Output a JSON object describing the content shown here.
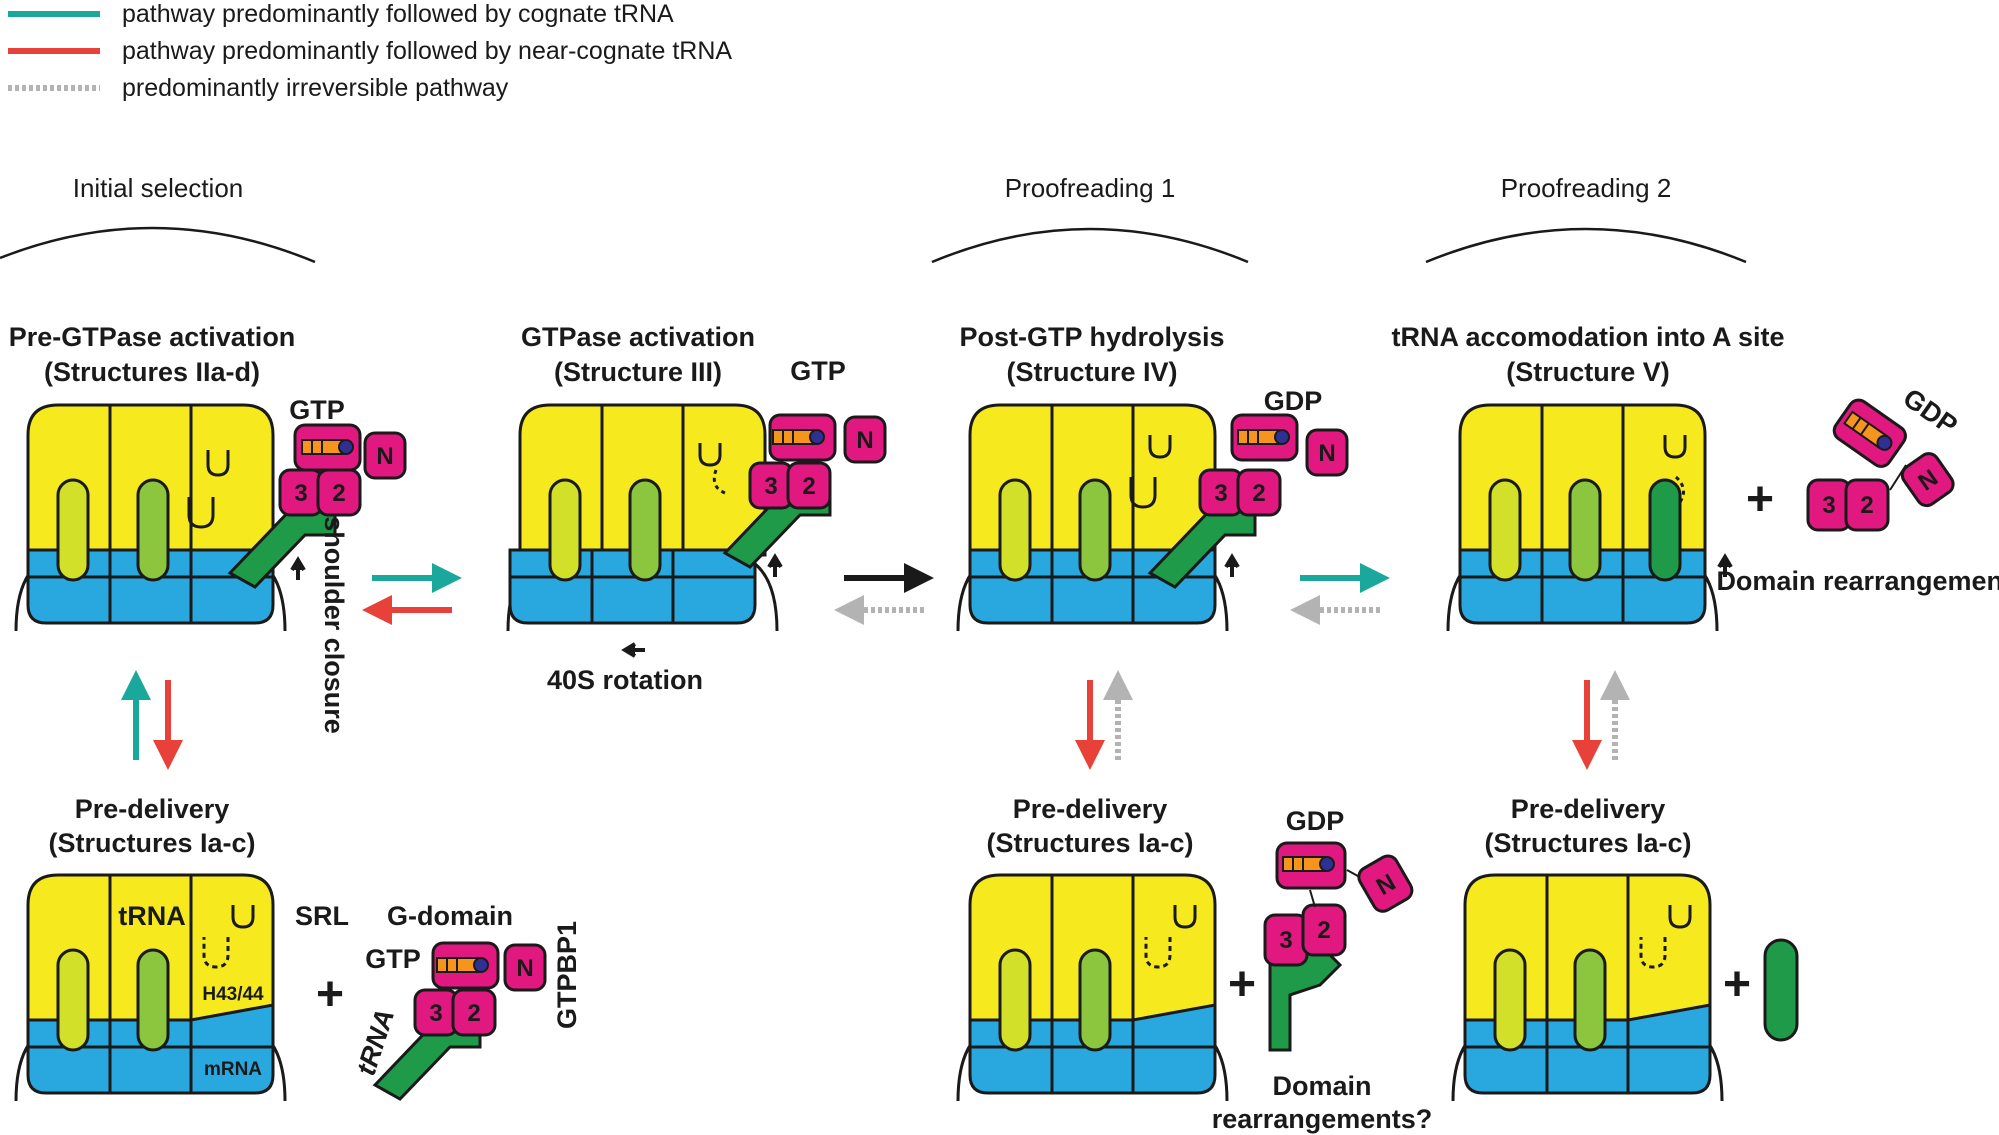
{
  "colors": {
    "cognate": "#1aa89c",
    "near_cognate": "#e8413a",
    "irreversible": "#b3b3b3",
    "black_arrow": "#1a1a1a",
    "large_subunit": "#f6ea1f",
    "small_subunit": "#29a8df",
    "protein": "#e0187f",
    "trna_dark": "#1f9a48",
    "trna_light": "#d3e02a",
    "trna_mid": "#8cc63f",
    "nucleotide_red": "#e8413a",
    "nucleotide_orange": "#f7941d",
    "nucleotide_blue": "#2e3192"
  },
  "legend": [
    {
      "label": "pathway predominantly followed by cognate tRNA",
      "style": "cognate"
    },
    {
      "label": "pathway predominantly followed by near-cognate tRNA",
      "style": "near_cognate"
    },
    {
      "label": "predominantly irreversible pathway",
      "style": "irreversible"
    }
  ],
  "stages": {
    "initial": "Initial selection",
    "proof1": "Proofreading 1",
    "proof2": "Proofreading 2"
  },
  "states": {
    "pre_gtpase": {
      "title": "Pre-GTPase activation",
      "subtitle": "(Structures IIa-d)",
      "nucleotide": "GTP"
    },
    "gtpase": {
      "title": "GTPase activation",
      "subtitle": "(Structure III)",
      "nucleotide": "GTP"
    },
    "post_gtp": {
      "title": "Post-GTP hydrolysis",
      "subtitle": "(Structure IV)",
      "nucleotide": "GDP"
    },
    "accommodation": {
      "title": "tRNA accomodation into A site",
      "subtitle": "(Structure V)",
      "nucleotide": "GDP"
    },
    "pre_delivery_1": {
      "title": "Pre-delivery",
      "subtitle": "(Structures Ia-c)",
      "nucleotide": "GTP"
    },
    "pre_delivery_2": {
      "title": "Pre-delivery",
      "subtitle": "(Structures Ia-c)",
      "nucleotide": "GDP"
    },
    "pre_delivery_3": {
      "title": "Pre-delivery",
      "subtitle": "(Structures Ia-c)"
    }
  },
  "annotations": {
    "shoulder_closure": "shoulder closure",
    "rotation": "40S rotation",
    "domain_rearrangements": "Domain rearrangements?",
    "domain_rearrangements_2": "Domain rearrangements?"
  },
  "component_labels": {
    "trna": "tRNA",
    "srl": "SRL",
    "g_domain": "G-domain",
    "h43_44": "H43/44",
    "mrna": "mRNA",
    "gtpbp1": "GTPBP1",
    "trna_italic": "tRNA"
  },
  "domains": {
    "d3": "3",
    "d2": "2",
    "n": "N"
  },
  "plus": "+"
}
